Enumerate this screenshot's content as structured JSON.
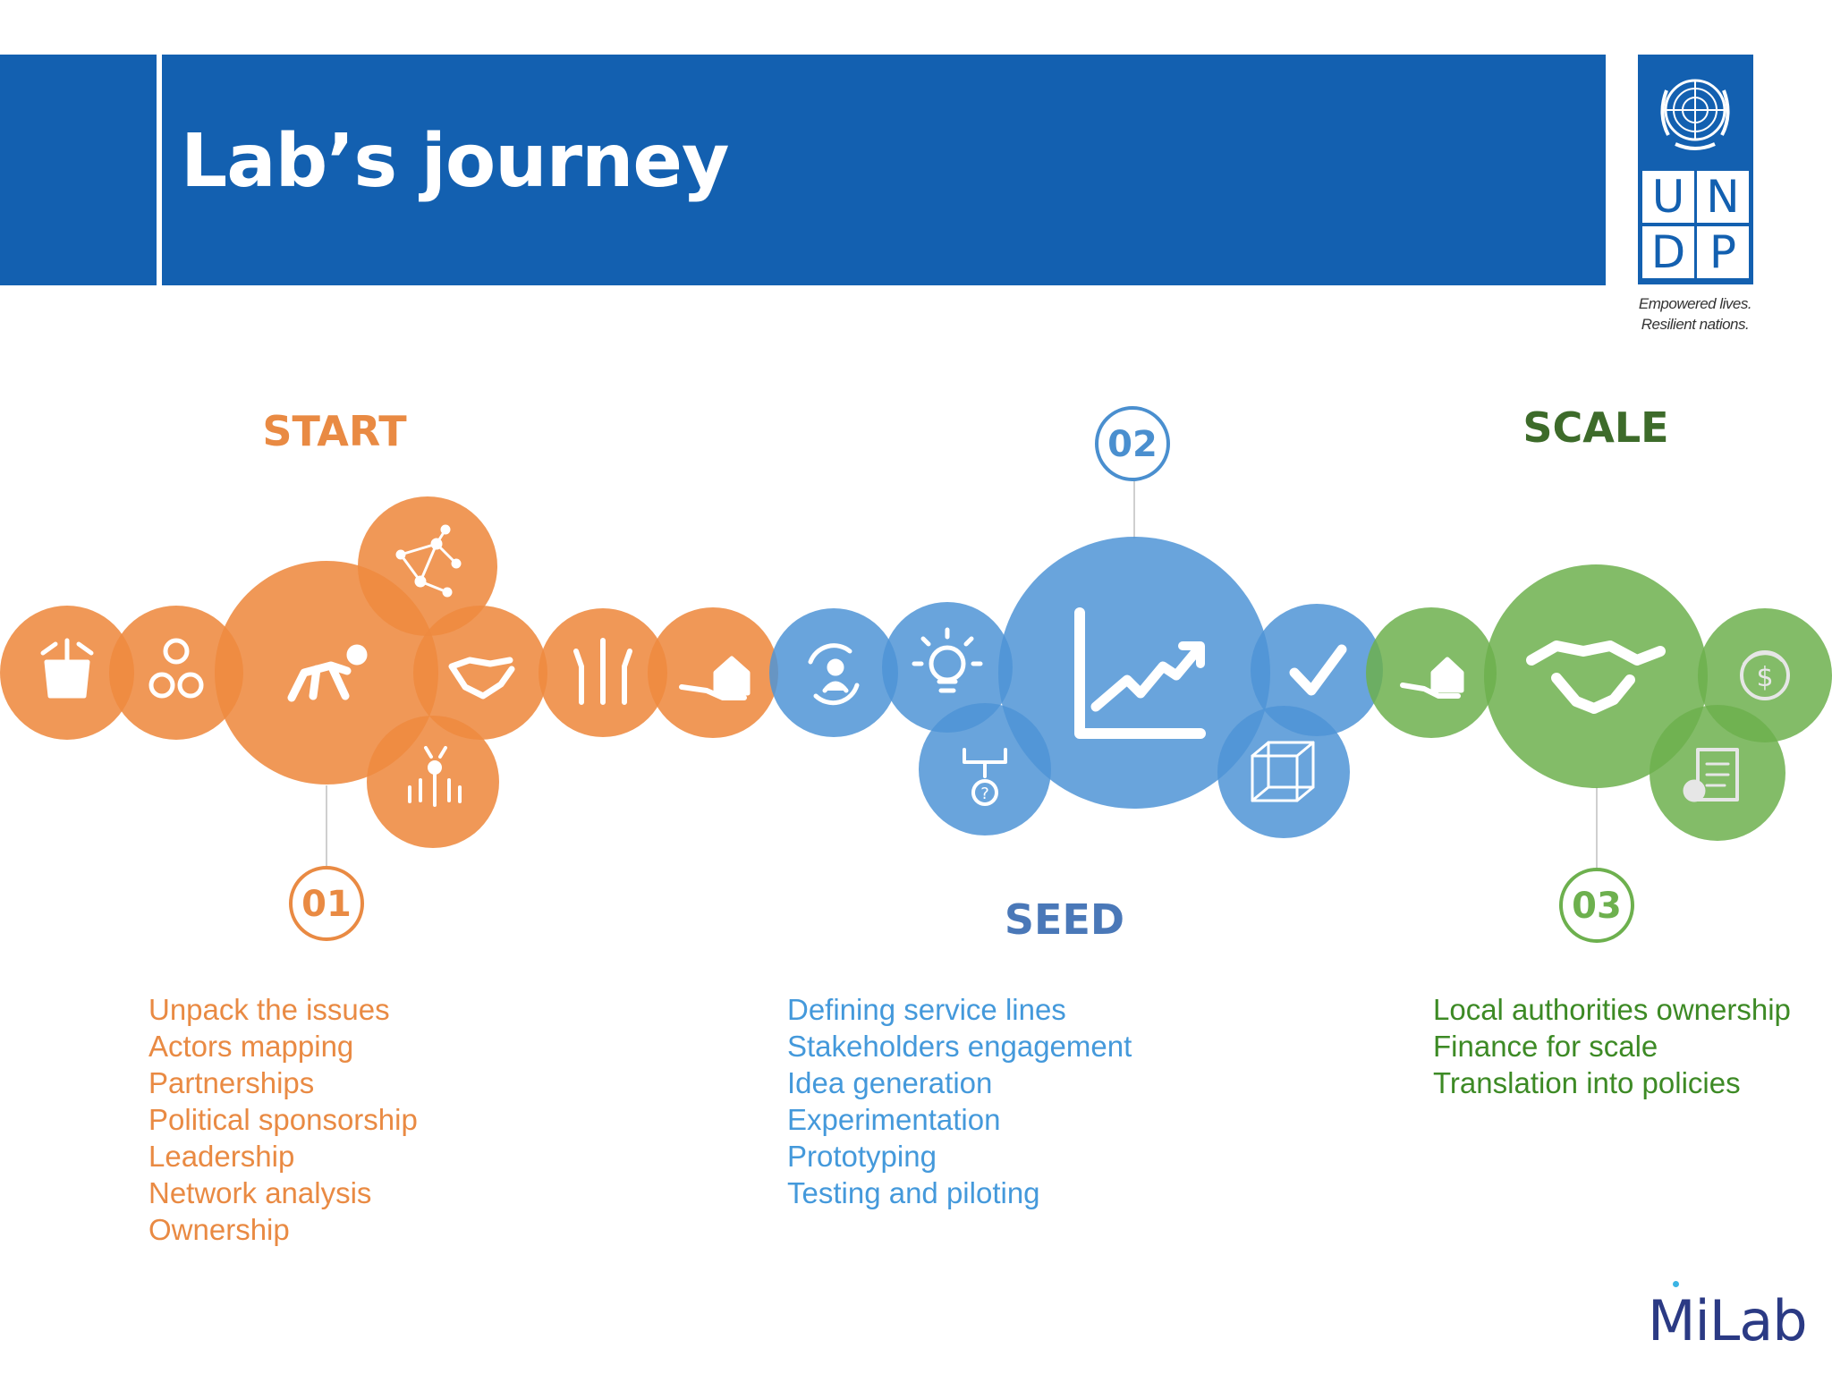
{
  "header": {
    "title": "Lab’s journey"
  },
  "logo": {
    "letters": [
      "U",
      "N",
      "D",
      "P"
    ],
    "tagline_1": "Empowered lives.",
    "tagline_2": "Resilient nations.",
    "colors": {
      "blue": "#1360B0"
    }
  },
  "stages": {
    "start": {
      "label": "START",
      "number": "01",
      "color": "#E98A43",
      "icons": [
        "box-icon",
        "people-group-icon",
        "network-icon",
        "crawling-person-icon",
        "handshake-icon",
        "crowd-icon",
        "raised-hands-icon",
        "hand-house-icon"
      ],
      "items": [
        "Unpack the issues",
        "Actors mapping",
        "Partnerships",
        "Political sponsorship",
        "Leadership",
        "Network analysis",
        "Ownership"
      ]
    },
    "seed": {
      "label": "SEED",
      "number": "02",
      "color": "#4499DB",
      "icons": [
        "recycle-person-icon",
        "lightbulb-icon",
        "decision-tree-icon",
        "growth-chart-icon",
        "checkmark-icon",
        "cube-icon"
      ],
      "items": [
        "Defining service lines",
        "Stakeholders engagement",
        "Idea generation",
        "Experimentation",
        "Prototyping",
        "Testing and piloting"
      ]
    },
    "scale": {
      "label": "SCALE",
      "number": "03",
      "color": "#6DB04E",
      "icons": [
        "hand-house-icon",
        "handshake-icon",
        "coin-cycle-icon",
        "certificate-icon"
      ],
      "items": [
        "Local authorities ownership",
        "Finance for scale",
        "Translation into policies"
      ]
    }
  },
  "footer": {
    "brand": "MiLab"
  }
}
